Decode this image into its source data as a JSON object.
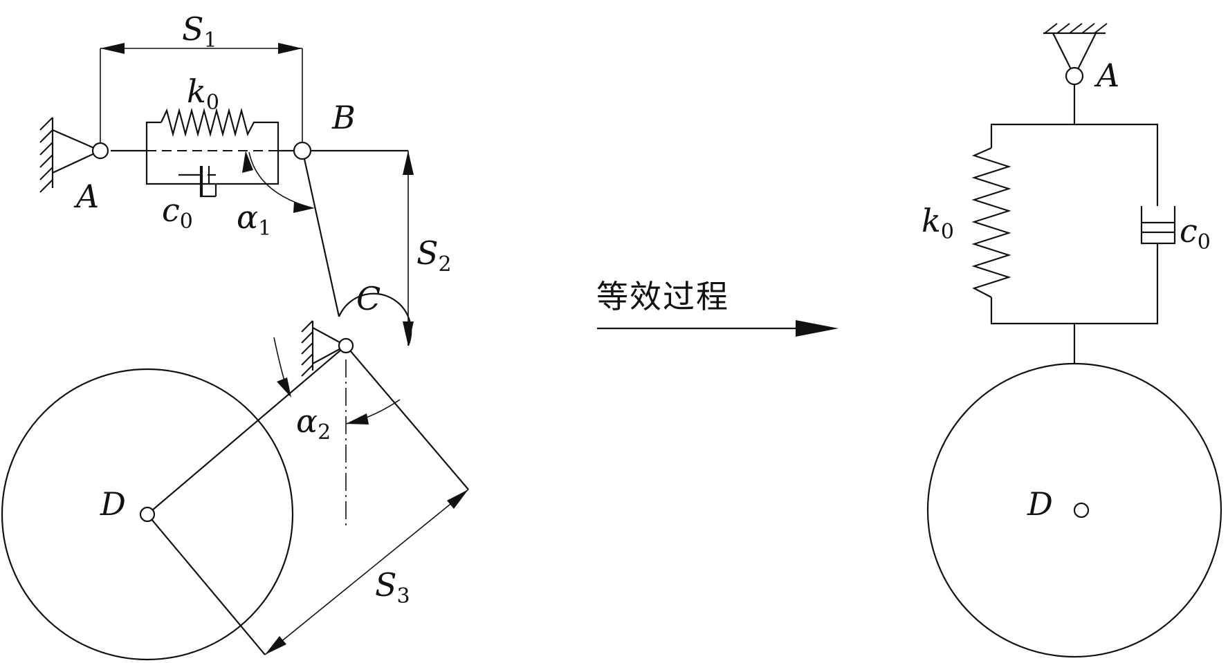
{
  "left_mechanism": {
    "points": {
      "A": "A",
      "B": "B",
      "C": "C",
      "D": "D"
    },
    "spring": {
      "symbol": "k",
      "subscript": "0"
    },
    "damper": {
      "symbol": "c",
      "subscript": "0"
    },
    "distances": [
      {
        "symbol": "S",
        "subscript": "1"
      },
      {
        "symbol": "S",
        "subscript": "2"
      },
      {
        "symbol": "S",
        "subscript": "3"
      }
    ],
    "angles": [
      {
        "symbol": "α",
        "subscript": "1"
      },
      {
        "symbol": "α",
        "subscript": "2"
      }
    ]
  },
  "transition": {
    "label": "等效过程"
  },
  "right_equivalent": {
    "points": {
      "A": "A",
      "D": "D"
    },
    "spring": {
      "symbol": "k",
      "subscript": "0"
    },
    "damper": {
      "symbol": "c",
      "subscript": "0"
    }
  }
}
